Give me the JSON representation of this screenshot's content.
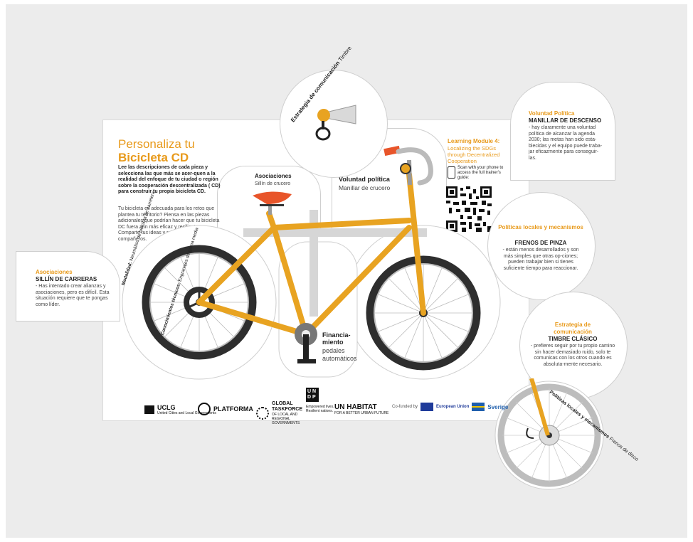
{
  "main": {
    "title_line1": "Personaliza tu",
    "title_line2": "Bicicleta CD",
    "instructions": "Lee las descripciones de cada pieza y selecciona las que más se acer-quen a la realidad del enfoque de tu ciudad o región sobre la cooperación descentralizada ( CD) para construir tu propia bicicleta CD.",
    "question": "Tu bicicleta es adecuada para los retos que plantea tu territorio? Piensa en las piezas adicionales que podrían hacer que tu bicicleta DC fuera aún más eficaz y resiliente.- Comparte tus ideas y reflexiona con tus compañeros."
  },
  "module": {
    "title": "Learning Module 4:",
    "subtitle": "Localizing the SDGs through Decentralized Cooperation",
    "scan_text": "Scan with your phone to access the full trainer's guide:"
  },
  "parts": {
    "asociaciones_label": "Asociaciones",
    "asociaciones_sub": "Sillín de crucero",
    "voluntad_label": "Voluntad política",
    "voluntad_sub": "Manillar de crucero",
    "financiamiento_label": "Financia-\nmiento",
    "financiamiento_sub": "pedales automáticos",
    "comm_curved": "Estrategia de comunicación",
    "comm_sub": "Timbre",
    "modalidad": "Modalidad:",
    "modalidad_text": "Neumático de bicicleta de carretera",
    "conocimientos": "Conocimientos técnicos:",
    "conocimientos_text": "Engranajes de gama media",
    "politicas_curved": "Políticas locales y mecanismos",
    "politicas_sub": "Frenos de disco"
  },
  "cards": {
    "voluntad": {
      "title": "Voluntad Política",
      "subtitle": "MANILLAR DE DESCENSO",
      "text": "- hay claramente una voluntad política de alcanzar la agenda 2030; las metas han sido esta-blecidas y el equipo puede traba-jar eficazmente para conseguir-las."
    },
    "asociaciones": {
      "title": "Asociaciones",
      "subtitle": "SILLÍN DE CARRERAS",
      "text": "- Has intentado crear alianzas y asociaciones, pero es difícil. Esta situación requiere que te pongas como líder."
    },
    "politicas": {
      "title": "Políticas locales y mecanismos",
      "subtitle": "FRENOS DE PINZA",
      "text": "- están menos desarrollados y son más simples que otras op-ciones; pueden trabajar bien si tienes suficiente tiempo para reaccionar."
    },
    "estrategia": {
      "title": "Estrategia de comunicación",
      "subtitle": "TIMBRE CLÁSICO",
      "text": "- prefieres seguir por tu propio camino sin hacer demasiado ruido, solo te comunicas con los otros cuando es absoluta-mente necesario."
    }
  },
  "logos": {
    "uclg": "UCLG",
    "uclg_sub": "United Cities and Local Governments",
    "platforma": "PLATFORMA",
    "gtf": "GLOBAL TASKFORCE",
    "gtf_sub": "OF LOCAL AND REGIONAL GOVERNMENTS",
    "undp": "U N D P",
    "undp_sub": "Empowered lives. Resilient nations.",
    "unhabitat": "UN HABITAT",
    "unhabitat_sub": "FOR A BETTER URBAN FUTURE",
    "cofunded": "Co-funded by",
    "eu": "European Union",
    "sverige": "Sverige"
  },
  "colors": {
    "accent": "#e89a1b",
    "frame": "#e8a321",
    "tire": "#2e2e2e",
    "rim": "#cfcfcf"
  }
}
